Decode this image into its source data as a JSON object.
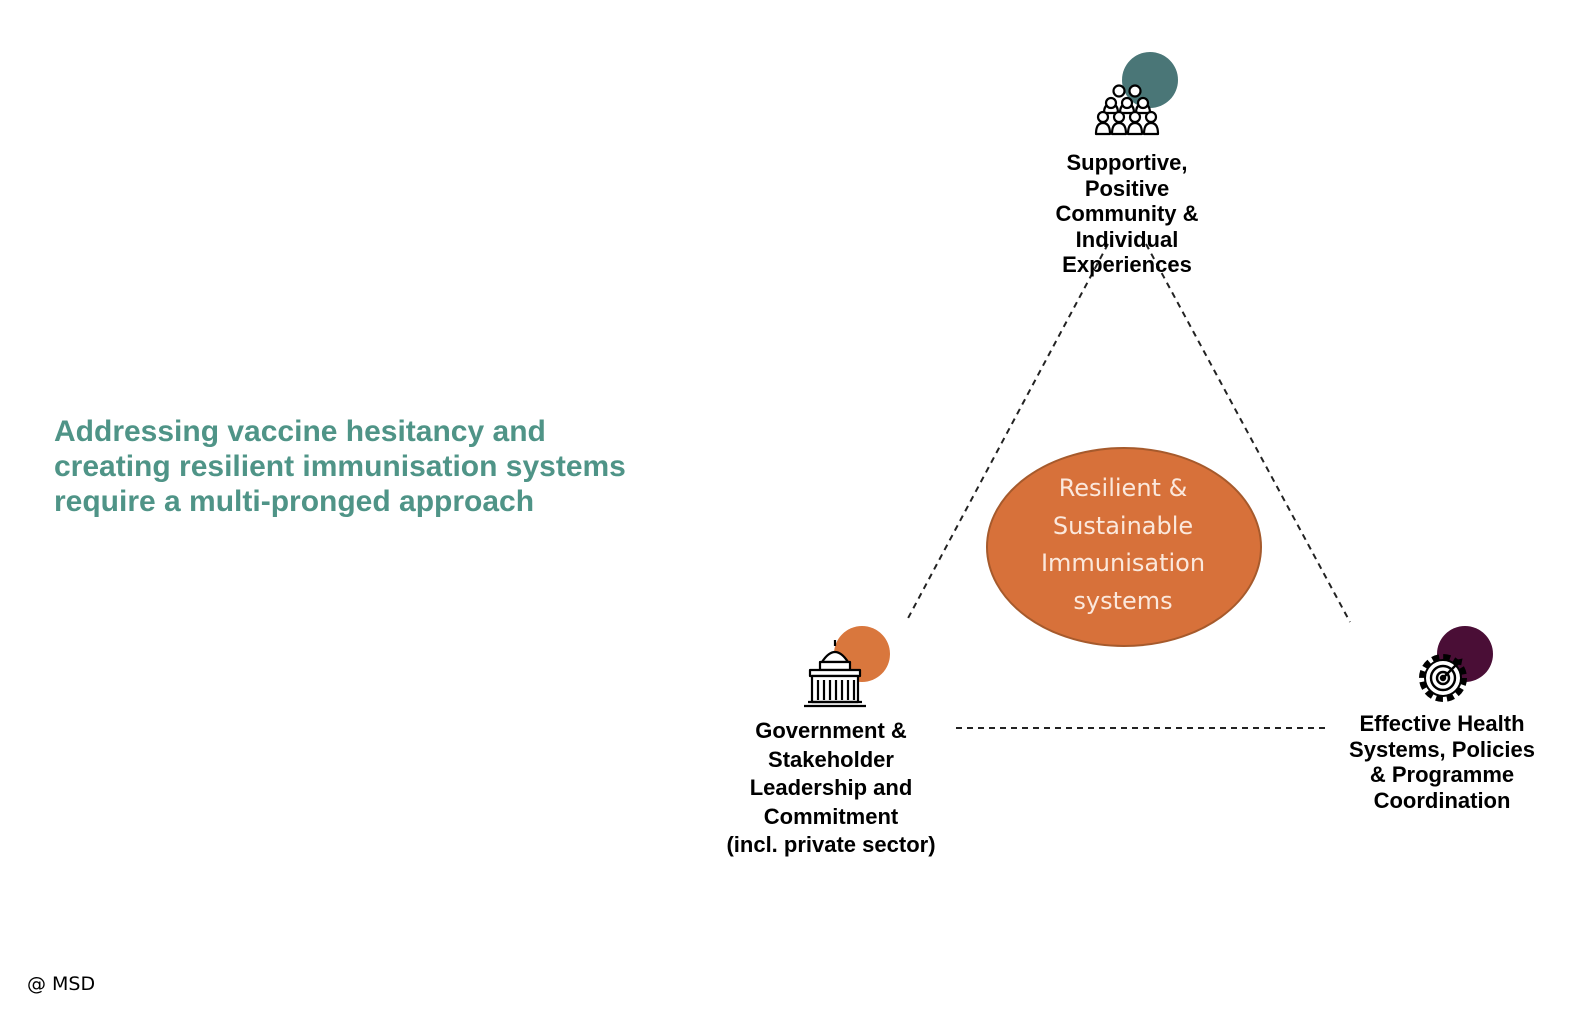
{
  "headline": {
    "lines": [
      "Addressing vaccine hesitancy and",
      "creating resilient immunisation systems",
      "require a multi-pronged approach"
    ]
  },
  "center": {
    "lines": [
      "Resilient &",
      "Sustainable",
      "Immunisation",
      "systems"
    ],
    "fill_color": "#d7713a",
    "border_color": "#a65a2c"
  },
  "nodes": {
    "top": {
      "icon": "community-people-icon",
      "dot_color": "#4a7677",
      "lines": [
        "Supportive,",
        "Positive",
        "Community &",
        "Individual",
        "Experiences"
      ]
    },
    "left": {
      "icon": "capitol-building-icon",
      "dot_color": "#d9773d",
      "lines": [
        "Government &",
        "Stakeholder",
        "Leadership and",
        "Commitment",
        "(incl. private sector)"
      ]
    },
    "right": {
      "icon": "gear-target-icon",
      "dot_color": "#4a0e36",
      "lines": [
        "Effective Health",
        "Systems, Policies",
        "& Programme",
        "Coordination"
      ]
    }
  },
  "colors": {
    "headline": "#4f9487",
    "connector": "#222222"
  },
  "footer": {
    "text": "@ MSD"
  }
}
